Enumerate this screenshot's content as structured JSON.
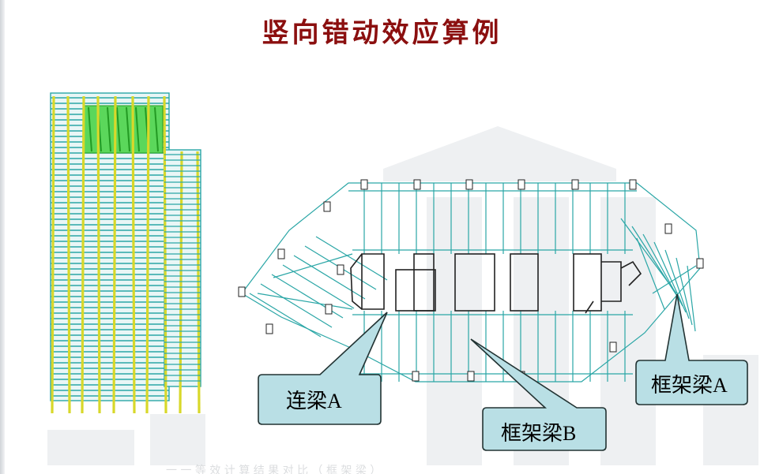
{
  "slide": {
    "title": "竖向错动效应算例",
    "footer_text": "一 一  等  效  计  算  结  果  对  比  （  框  架  梁  ）"
  },
  "colors": {
    "title": "#8b0f0f",
    "structure_cyan": "#2aa6a6",
    "column_yellow": "#d8d82a",
    "core_green": "#3fcf3f",
    "callout_fill": "#b9dfe5",
    "callout_stroke": "#233"
  },
  "callouts": [
    {
      "label": "连梁A"
    },
    {
      "label": "框架梁B"
    },
    {
      "label": "框架梁A"
    }
  ]
}
